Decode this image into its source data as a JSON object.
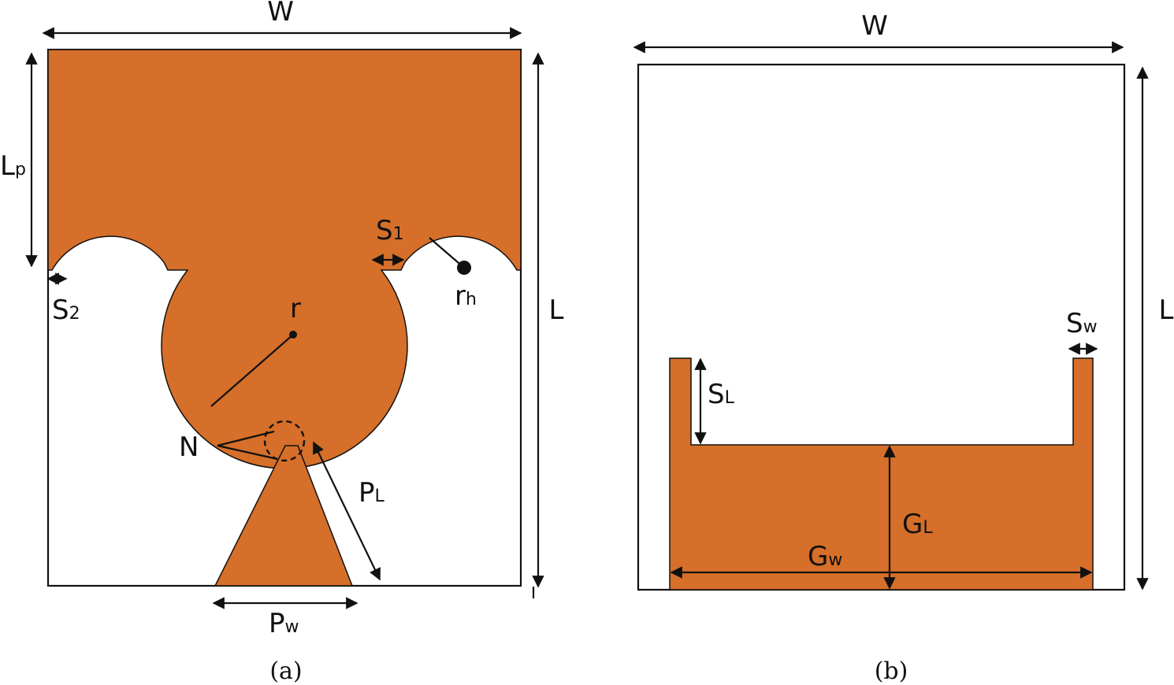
{
  "colors": {
    "copper": "#d66f29",
    "line": "#111111",
    "background": "#ffffff"
  },
  "panel_a": {
    "caption": "(a)",
    "labels": {
      "W": {
        "main": "W",
        "sub": ""
      },
      "Lp": {
        "main": "L",
        "sub": "p"
      },
      "L": {
        "main": "L",
        "sub": ""
      },
      "S1": {
        "main": "S",
        "sub": "1"
      },
      "S2": {
        "main": "S",
        "sub": "2"
      },
      "rh": {
        "main": "r",
        "sub": "h"
      },
      "r": {
        "main": "r",
        "sub": ""
      },
      "N": {
        "main": "N",
        "sub": ""
      },
      "PL": {
        "main": "P",
        "sub": "L"
      },
      "Pw": {
        "main": "P",
        "sub": "w"
      }
    }
  },
  "panel_b": {
    "caption": "(b)",
    "labels": {
      "W": {
        "main": "W",
        "sub": ""
      },
      "L": {
        "main": "L",
        "sub": ""
      },
      "Sw": {
        "main": "S",
        "sub": "w"
      },
      "SL": {
        "main": "S",
        "sub": "L"
      },
      "GL": {
        "main": "G",
        "sub": "L"
      },
      "Gw": {
        "main": "G",
        "sub": "w"
      }
    }
  }
}
